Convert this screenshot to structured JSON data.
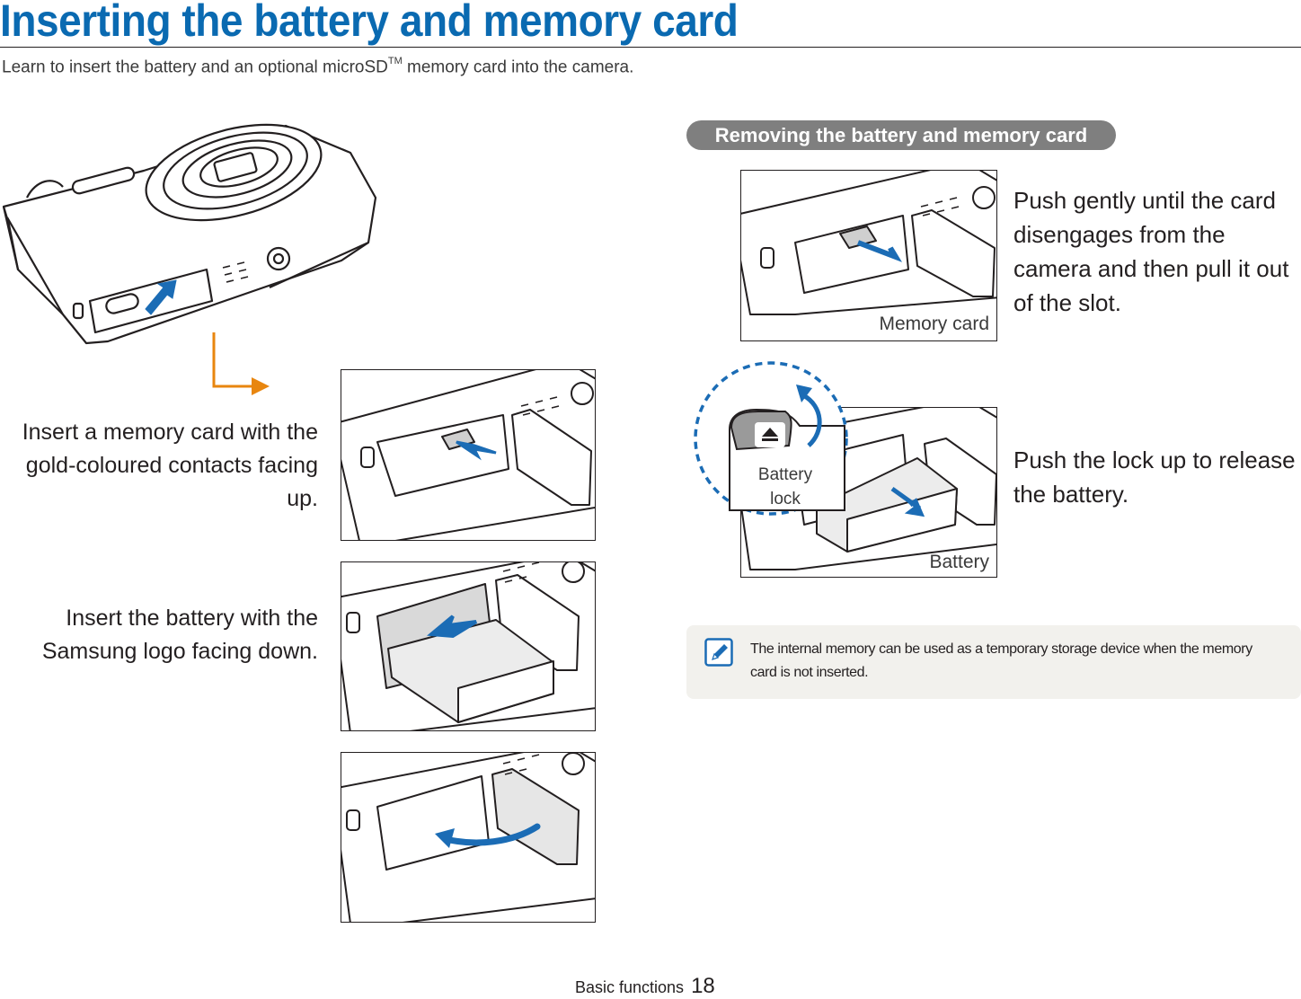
{
  "page": {
    "title": "Inserting the battery and memory card",
    "subtitle_pre": "Learn to insert the battery and an optional microSD",
    "subtitle_sup": "TM",
    "subtitle_post": " memory card into the camera."
  },
  "insert_steps": [
    {
      "caption": "Insert a memory card with the gold-coloured contacts facing up."
    },
    {
      "caption": "Insert the battery with the Samsung logo facing down."
    }
  ],
  "removing": {
    "header": "Removing the battery and memory card",
    "memory_card": {
      "label": "Memory card",
      "caption": "Push gently until the card disengages from the camera and then pull it out of the slot."
    },
    "battery": {
      "lock_label_line1": "Battery",
      "lock_label_line2": "lock",
      "label": "Battery",
      "caption": "Push the lock up to release the battery."
    }
  },
  "note": {
    "icon": "note-pencil-icon",
    "text": "The internal memory can be used as a temporary storage device when the memory card is not inserted."
  },
  "footer": {
    "section": "Basic functions",
    "page_number": "18"
  },
  "colors": {
    "title_blue": "#0a6ab1",
    "arrow_blue": "#1b6cb5",
    "guide_orange": "#e8860f",
    "header_grey": "#7f7f7f",
    "note_bg": "#f2f1ed"
  }
}
